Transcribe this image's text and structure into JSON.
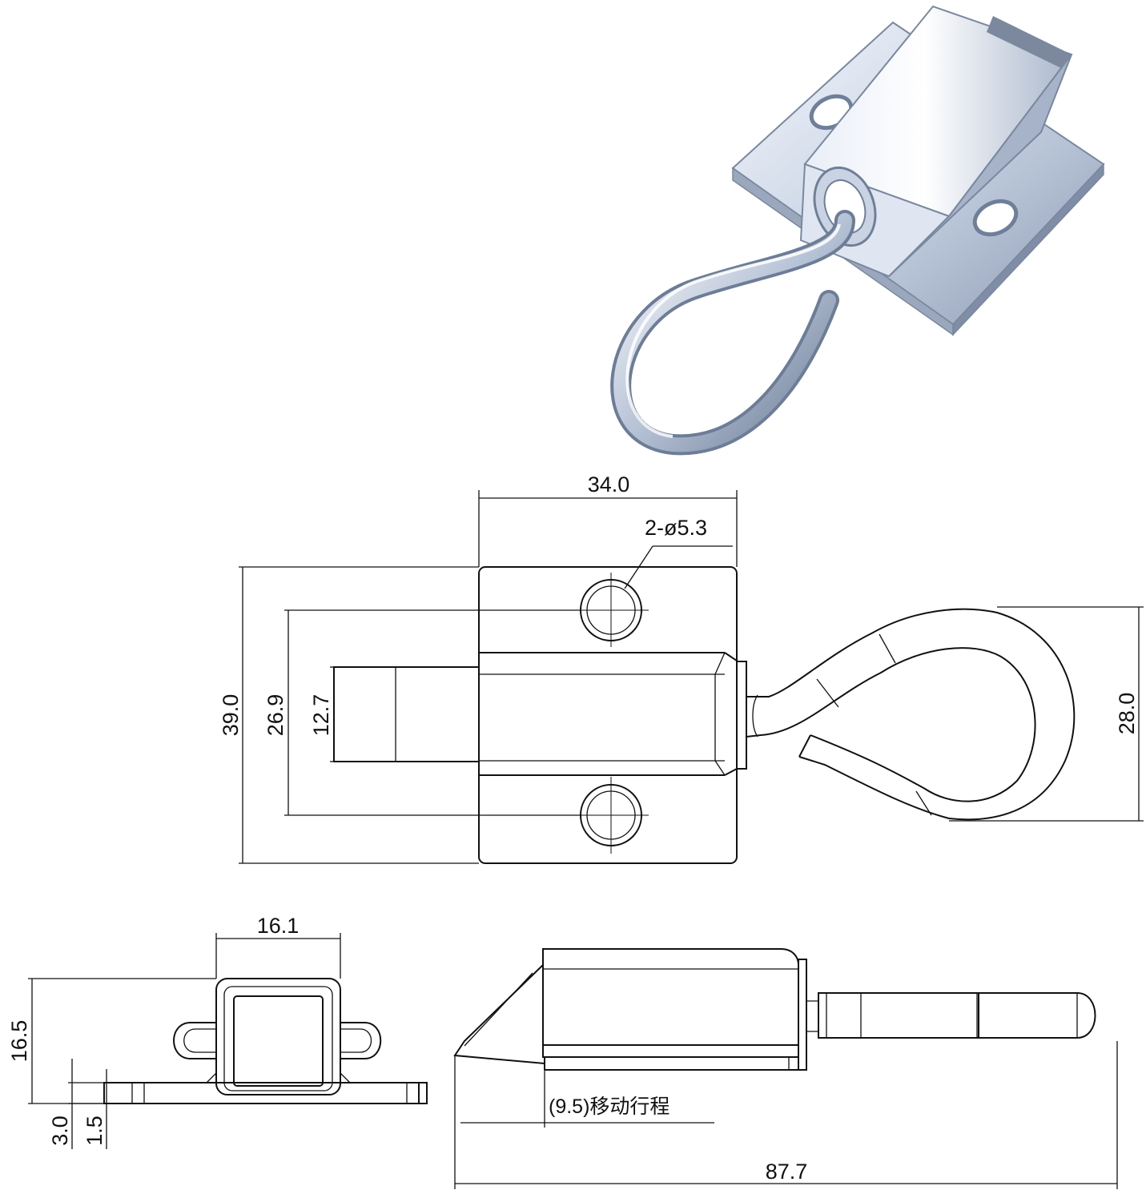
{
  "photo": {
    "description_icon": "spring-latch-photo"
  },
  "top_view": {
    "dim_width": "34.0",
    "dim_hole": "2-ø5.3",
    "dim_height_outer": "39.0",
    "dim_height_holes": "26.9",
    "dim_height_bolt": "12.7",
    "dim_hook": "28.0"
  },
  "end_view": {
    "dim_width": "16.1",
    "dim_height": "16.5",
    "dim_plate": "3.0",
    "dim_thickness": "1.5"
  },
  "side_view": {
    "dim_stroke": "(9.5)移动行程",
    "dim_length": "87.7"
  },
  "colors": {
    "line": "#111111",
    "metal_light": "#eef3fb",
    "metal_mid": "#b9c6da",
    "metal_dark": "#6f7f99"
  }
}
